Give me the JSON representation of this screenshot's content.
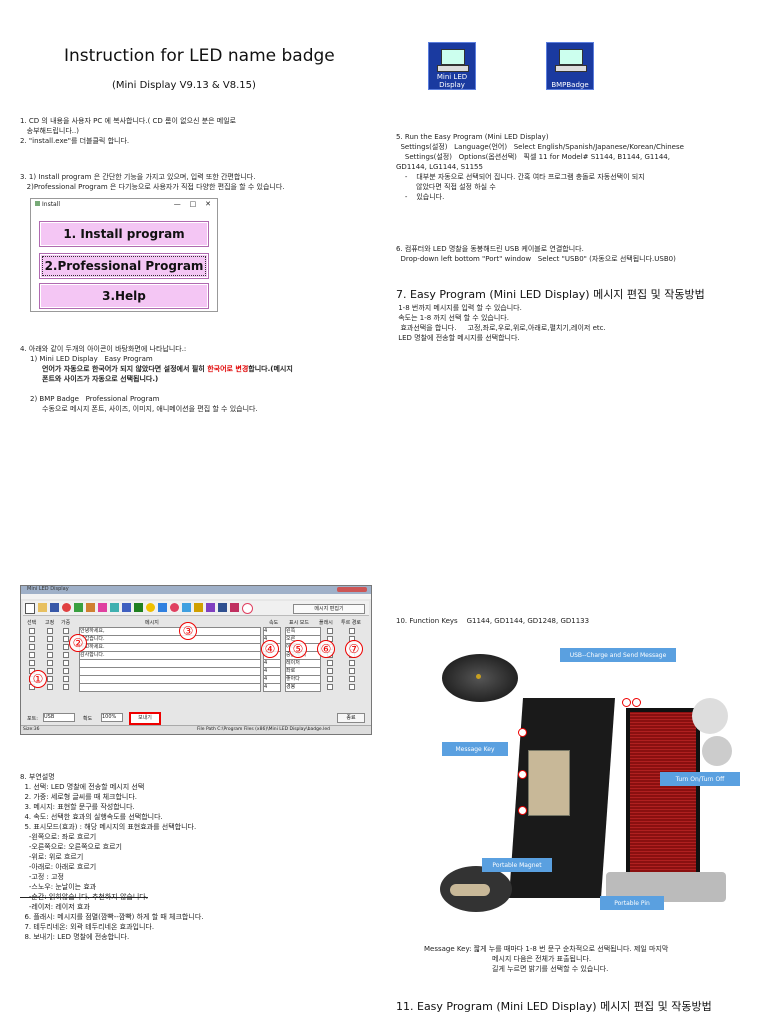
{
  "title": "Instruction for LED name badge",
  "subtitle": "(Mini Display V9.13 & V8.15)",
  "left_top_lines": [
    "1. CD 의 내용을 사용자 PC 에 복사합니다.( CD 롬이 없으신 분은 메일로",
    "   송부해드립니다..)",
    "2. \"install.exe\"를 더블클릭 합니다."
  ],
  "step3_lines": [
    "3. 1) Install program 은 간단한 기능을 가지고 있으며, 입력 또한 간편합니다.",
    "   2)Professional Program 은 다기능으로 사용자가 직접 다양한 편집을 할 수 있습니다."
  ],
  "install_window": {
    "title": "Install",
    "controls": "—    □    ✕",
    "buttons": [
      "1. Install program",
      "2.Professional Program",
      "3.Help"
    ]
  },
  "step4": {
    "line": "4. 아래와 같이 두개의 아이콘이 바탕화면에 나타납니다.:",
    "sub1": "1) Mini LED Display   Easy Program",
    "sub1_text_a": "언어가 자동으로 한국어가 되지 않았다면 설정에서 필히 ",
    "sub1_text_red": "한국어로 변경",
    "sub1_text_b": "합니다.(메시지",
    "sub1_text_c": "폰트와 사이즈가 자동으로 선택됩니다.)",
    "sub2": "2) BMP Badge   Professional Program",
    "sub2_text": "수동으로 메시지 폰트, 사이즈, 이미지, 애니메이션을 편집 할 수 있습니다."
  },
  "desktop_icons": [
    {
      "label": "Mini LED Display"
    },
    {
      "label": "BMPBadge"
    }
  ],
  "step5_lines": [
    "5. Run the Easy Program (Mini LED Display)",
    "  Settings(설정)   Language(언어)   Select English/Spanish/Japanese/Korean/Chinese",
    "    Settings(설정)   Options(옵션선택)   픽셀 11 for Model# S1144, B1144, G1144,",
    "GD1144, LG1144, S1155",
    "    -    대부분 자동으로 선택되어 집니다. 간혹 여타 프로그램 충돌로 자동선택이 되지",
    "         않았다면 직접 설정 하실 수",
    "    -    있습니다."
  ],
  "step6_lines": [
    "6. 컴퓨터와 LED 명찰을 동봉해드린 USB 케이블로 연결합니다.",
    "  Drop-down left bottom \"Port\" window   Select \"USB0\" (자동으로 선택됩니다.USB0)"
  ],
  "section7": {
    "heading": "7. Easy Program (Mini LED Display) 메시지 편집 및 작동방법",
    "lines": [
      " 1-8 번까지 메시지를 입력 할 수 있습니다.",
      " 속도는 1-8 까지 선택 할 수 있습니다.",
      "  효과선택을 합니다.     고정,좌로,우로,위로,아래로,펼치기,레이저 etc.",
      " LED 명찰에 전송할 메시지를 선택합니다."
    ]
  },
  "software": {
    "title": "Mini LED Display",
    "side_button": "메시지 편집기",
    "headers": [
      "선택",
      "고정",
      "가중",
      "메시지",
      "속도",
      "표시 모드",
      "플래시",
      "투르 경로"
    ],
    "messages": [
      "안녕하세요,",
      "반갑습니다.",
      "수고하세요.",
      "감사합니다."
    ],
    "speeds": [
      "4",
      "4",
      "4",
      "4",
      "4",
      "4",
      "4",
      "4"
    ],
    "modes": [
      "왼쪽",
      "오른",
      "아래",
      "중순에 시",
      "레이저",
      "좌로",
      "좋아다",
      "경봉"
    ],
    "bottom_label_port": "포트:",
    "bottom_port": "USB",
    "bottom_label_zoom": "확도",
    "bottom_zoom": "100%",
    "send_button": "보내기",
    "exit_button": "종료",
    "status_left": "Size:36",
    "status_path": "File Path C:\\Program Files (x86)\\Mini LED Display\\badge.led",
    "markers": [
      "①",
      "②",
      "③",
      "④",
      "⑤",
      "⑥",
      "⑦"
    ]
  },
  "section8": {
    "heading": "8. 부연설명",
    "lines": [
      "  1. 선택: LED 명찰에 전송할 메시지 선택",
      "  2. 가중: 세로형 글씨를 때 체크합니다.",
      "  3. 메시지: 표현할 문구를 작성합니다.",
      "  4. 속도: 선택한 효과의 실행속도를 선택합니다.",
      "  5. 표시모드(효과) : 해당 메시지의 표현효과를 선택합니다.",
      "    -왼쪽으로: 좌로 흐르기",
      "    -오른쪽으로: 오른쪽으로 흐르기",
      "    -위로: 위로 흐르기",
      "    -아래로: 아래로 흐르기",
      "    -고정 : 고정",
      "    -스노우: 눈날이는 효과",
      "    -순간: 읽히않습니다. 추천하지 않습니다.",
      "    -레이저: 레이저 효과",
      "  6. 플래시: 메시지를 점멸(깜빡--깜빡) 하게 할 때 체크합니다.",
      "  7. 테두리네온: 외곽 테두리네온 효과입니다.",
      "  8. 보내기: LED 명찰에 전송합니다."
    ]
  },
  "section10": {
    "heading": "10. Function Keys    G1144, GD1144, GD1248, GD1133",
    "callouts": [
      "USB--Charge and Send Message",
      "Message Key",
      "Turn On/Turn Off",
      "Portable Magnet",
      "Portable Pin"
    ],
    "caption_lines": [
      "Message Key: 짧게 누를 때마다 1-8 번 문구 순차적으로 선택됩니다. 제일 마지막",
      "메시지 다음은 전체가 표출됩니다.",
      "길게 누르면 밝기를 선택할 수 있습니다."
    ]
  },
  "section11": {
    "heading": "11. Easy Program (Mini LED Display) 메시지 편집 및 작동방법"
  }
}
